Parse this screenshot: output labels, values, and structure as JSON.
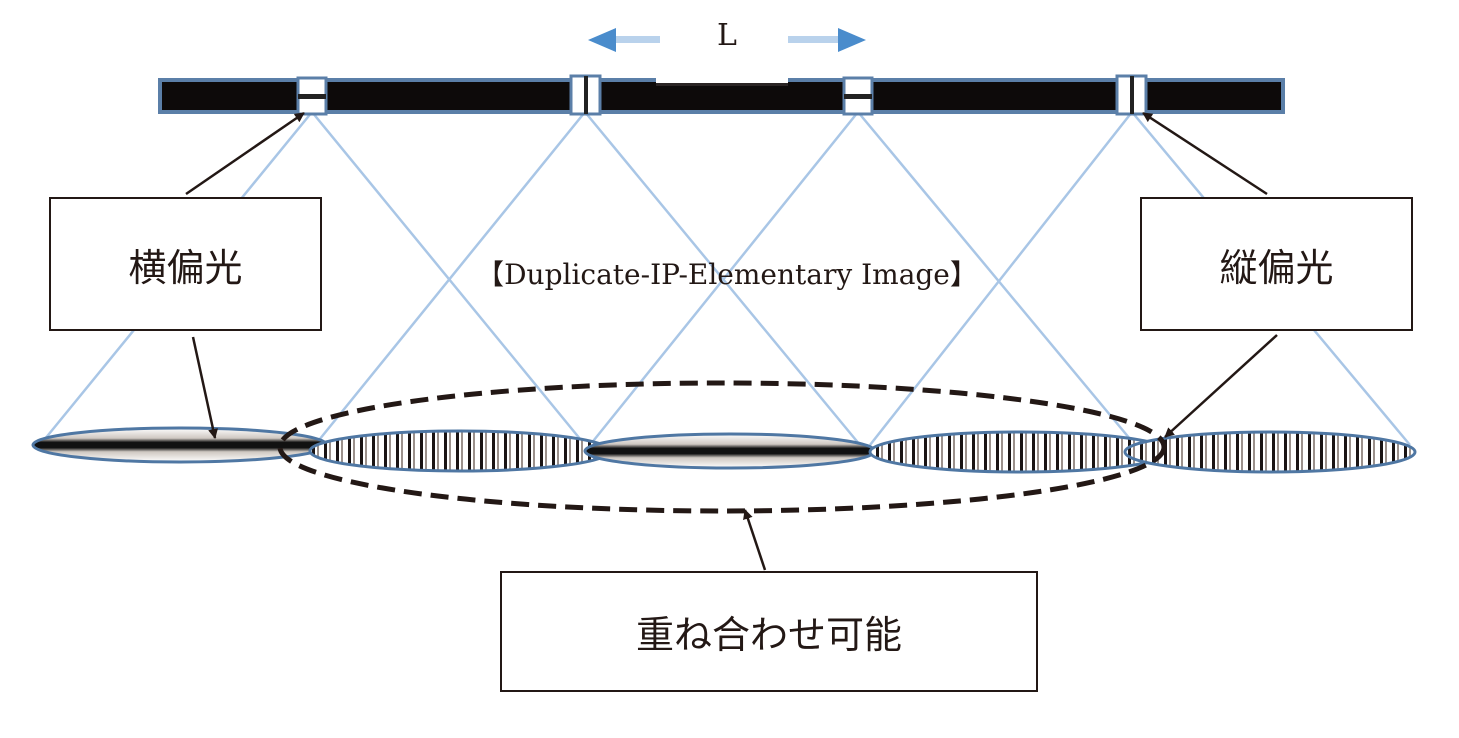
{
  "labels": {
    "distance": "L",
    "center_title": "【Duplicate-IP-Elementary Image】",
    "horizontal_polarization": "横偏光",
    "vertical_polarization": "縦偏光",
    "superposition_possible": "重ね合わせ可能"
  },
  "colors": {
    "bar": "#0d0a0a",
    "outline": "#5b7fa8",
    "ray": "#a9c6e6",
    "arrow_blue": "#4a8ccc",
    "ink": "#231815"
  }
}
